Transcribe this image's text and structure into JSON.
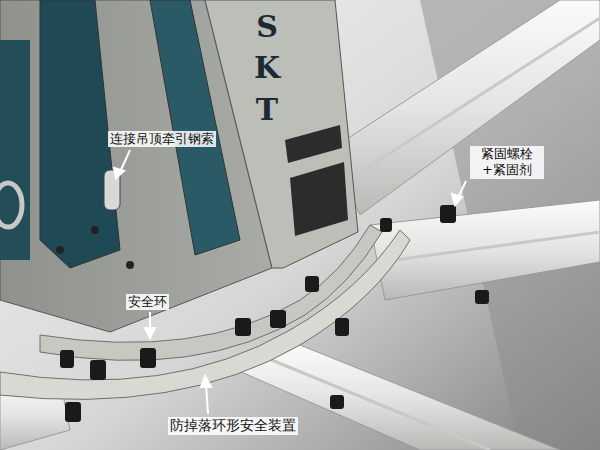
{
  "diagram": {
    "labels": [
      "SKT",
      "连接吊顶牵引钢索",
      "紧固螺栓 +紧固剂",
      "安全环",
      "防掉落环形安全装置"
    ]
  }
}
